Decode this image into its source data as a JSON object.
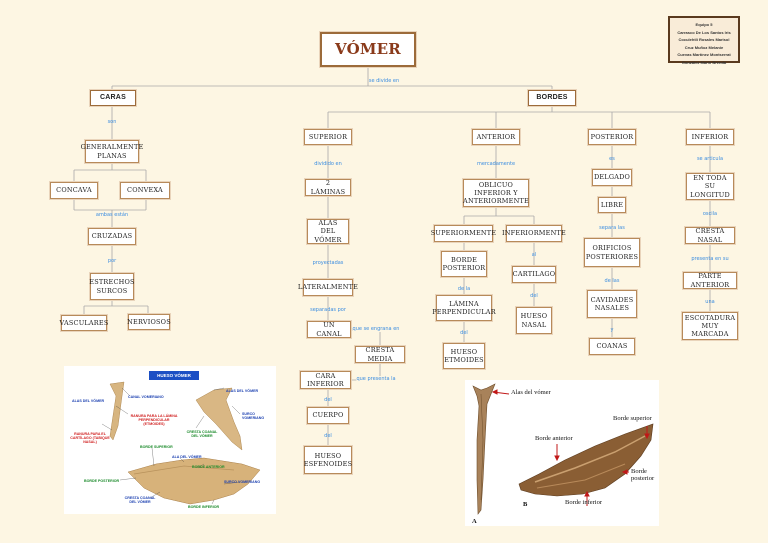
{
  "title": "VÓMER",
  "team": [
    "Equipo 5",
    "Carrasco De Los Santos Iris",
    "Coculehtli Rosales Marisol",
    "Cruz Muñoz Melanie",
    "Cuevas Martínez Montserrat",
    "González Marín Brenda"
  ],
  "links": {
    "se_divide": "se divide en",
    "son": "son",
    "ambas": "ambas están",
    "por": "por",
    "dividido": "dividido en",
    "proyectadas": "proyectadas",
    "separadas": "separadas por",
    "que_se_engrana": "que se engrana en",
    "que_presenta": "que presenta la",
    "del1": "del",
    "del2": "del",
    "mercadamente": "mercadamente",
    "de_la": "de la",
    "del3": "del",
    "al": "al",
    "del4": "del",
    "es": "es",
    "separa": "separa las",
    "de_las": "de las",
    "y": "y",
    "se_articula": "se articula",
    "oscila": "oscila",
    "presenta": "presenta en su",
    "una": "una"
  },
  "nodes": {
    "caras": "CARAS",
    "bordes": "BORDES",
    "gen_planas": "GENERALMENTE PLANAS",
    "concava": "CONCAVA",
    "convexa": "CONVEXA",
    "cruzadas": "CRUZADAS",
    "estrechos": "ESTRECHOS SURCOS",
    "vasculares": "VASCULARES",
    "nerviosos": "NERVIOSOS",
    "superior": "SUPERIOR",
    "dos_laminas": "2 LÁMINAS",
    "alas": "ALAS DEL VÓMER",
    "lateralmente": "LATERALMENTE",
    "canal": "UN CANAL",
    "cresta_media": "CRESTA MEDIA",
    "cara_inferior": "CARA INFERIOR",
    "cuerpo": "CUERPO",
    "esfenoides": "HUESO ESFENOIDES",
    "anterior": "ANTERIOR",
    "oblicuo": "OBLICUO INFERIOR Y ANTERIORMENTE",
    "superiormente": "SUPERIORMENTE",
    "inferiormente": "INFERIORMENTE",
    "borde_posterior": "BORDE POSTERIOR",
    "lamina": "LÁMINA PERPENDICULAR",
    "etmoides": "HUESO ETMOIDES",
    "cartilago": "CARTILAGO",
    "hueso_nasal": "HUESO NASAL",
    "posterior": "POSTERIOR",
    "delgado": "DELGADO",
    "libre": "LIBRE",
    "orificios": "ORIFICIOS POSTERIORES",
    "cavidades": "CAVIDADES NASALES",
    "coanas": "COANAS",
    "inferior": "INFERIOR",
    "en_toda": "EN TODA SU LONGITUD",
    "cresta_nasal": "CRESTA NASAL",
    "parte_anterior": "PARTE ANTERIOR",
    "escotadura": "ESCOTADURA MUY MARCADA"
  },
  "figure_left": {
    "header": "HUESO VÓMER",
    "labels": {
      "alas_l": "ALAS DEL VÓMER",
      "canal": "CANAL VOMERIANO",
      "ranura": "RANURA PARA LA LÁMINA PERPENDICULAR (ETMOIDES)",
      "ranura_cart": "RANURA PARA EL CARTÍLAGO (TABIQUE NASAL)",
      "alas_r": "ALAS DEL VÓMER",
      "surco": "SURCO VOMERIANO",
      "cresta_r": "CRESTA COANAL DEL VÓMER",
      "borde_sup": "BORDE SUPERIOR",
      "alas_c": "ALA DEL VÓMER",
      "borde_ant": "BORDE ANTERIOR",
      "borde_post": "BORDE POSTERIOR",
      "surco2": "SURCO VOMERIANO",
      "cresta_c": "CRESTA COANAL DEL VÓMER",
      "borde_inf": "BORDE INFERIOR"
    }
  },
  "figure_right": {
    "alas": "Alas del vómer",
    "borde_superior": "Borde superior",
    "borde_anterior": "Borde anterior",
    "borde_posterior": "Borde posterior",
    "borde_inferior": "Borde inferior",
    "a": "A",
    "b": "B"
  }
}
